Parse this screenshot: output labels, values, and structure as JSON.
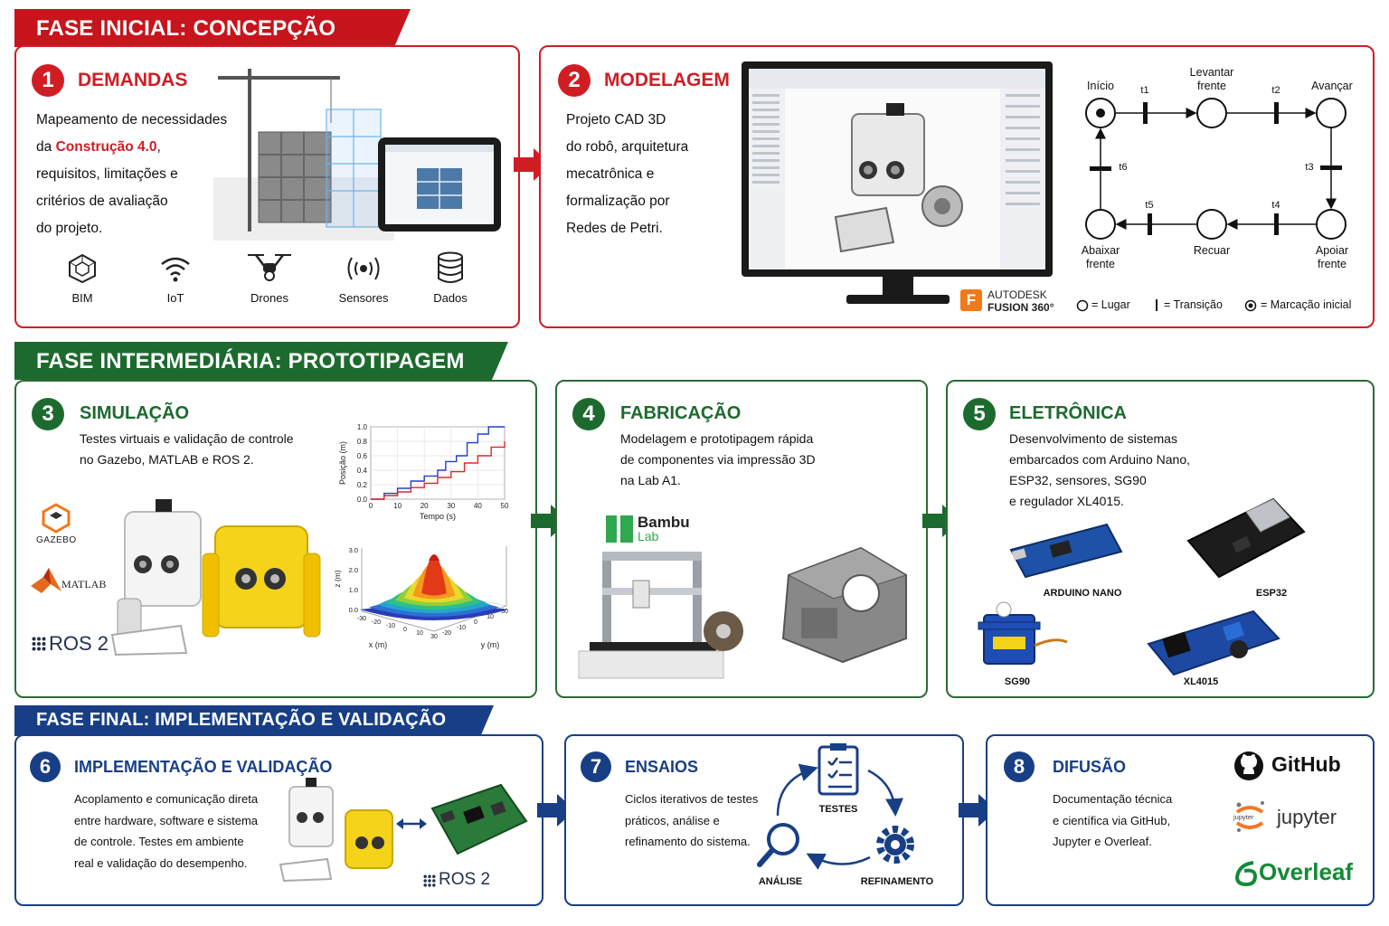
{
  "phases": {
    "initial": "FASE INICIAL: CONCEPÇÃO",
    "middle": "FASE INTERMEDIÁRIA: PROTOTIPAGEM",
    "final": "FASE FINAL: IMPLEMENTAÇÃO E VALIDAÇÃO"
  },
  "cards": {
    "c1": {
      "num": "1",
      "title": "DEMANDAS",
      "desc_a": "Mapeamento de necessidades",
      "desc_b_pre": "da ",
      "desc_b_hl": "Construção 4.0",
      "desc_b_post": ",",
      "desc_c": "requisitos, limitações e",
      "desc_d": "critérios de avaliação",
      "desc_e": "do projeto.",
      "icons": [
        "BIM",
        "IoT",
        "Drones",
        "Sensores",
        "Dados"
      ]
    },
    "c2": {
      "num": "2",
      "title": "MODELAGEM",
      "desc": [
        "Projeto CAD 3D",
        "do robô, arquitetura",
        "mecatrônica e",
        "formalização por",
        "Redes de Petri."
      ],
      "logo_a": "AUTODESK",
      "logo_b": "FUSION 360°",
      "petri": {
        "inicio": "Início",
        "levantar": "Levantar",
        "frente1": "frente",
        "avancar": "Avançar",
        "abaixar": "Abaixar",
        "frente2": "frente",
        "recuar": "Recuar",
        "apoiar": "Apoiar",
        "frente3": "frente",
        "t1": "t1",
        "t2": "t2",
        "t3": "t3",
        "t4": "t4",
        "t5": "t5",
        "t6": "t6",
        "legend_lugar": "= Lugar",
        "legend_transicao": "= Transição",
        "legend_marcacao": "= Marcação inicial"
      }
    },
    "c3": {
      "num": "3",
      "title": "SIMULAÇÃO",
      "desc": [
        "Testes virtuais e validação de controle",
        "no Gazebo, MATLAB e ROS 2."
      ],
      "logos": {
        "gazebo": "GAZEBO",
        "matlab": "MATLAB",
        "ros": "ROS 2"
      }
    },
    "c4": {
      "num": "4",
      "title": "FABRICAÇÃO",
      "desc": [
        "Modelagem e prototipagem rápida",
        "de componentes via impressão 3D",
        "na Lab A1."
      ],
      "logo_a": "Bambu",
      "logo_b": "Lab"
    },
    "c5": {
      "num": "5",
      "title": "ELETRÔNICA",
      "desc": [
        "Desenvolvimento de sistemas",
        "embarcados com Arduino Nano,",
        "ESP32, sensores, SG90",
        "e regulador XL4015."
      ],
      "parts": [
        "ARDUINO NANO",
        "ESP32",
        "SG90",
        "XL4015"
      ]
    },
    "c6": {
      "num": "6",
      "title": "IMPLEMENTAÇÃO E VALIDAÇÃO",
      "desc": [
        "Acoplamento e comunicação direta",
        "entre hardware, software e sistema",
        "de controle. Testes em ambiente",
        "real e validação do desempenho."
      ],
      "ros": "ROS 2"
    },
    "c7": {
      "num": "7",
      "title": "ENSAIOS",
      "desc": [
        "Ciclos iterativos de testes",
        "práticos, análise e",
        "refinamento do sistema."
      ],
      "cycle": [
        "TESTES",
        "REFINAMENTO",
        "ANÁLISE"
      ]
    },
    "c8": {
      "num": "8",
      "title": "DIFUSÃO",
      "desc": [
        "Documentação técnica",
        "e científica via GitHub,",
        "Jupyter e Overleaf."
      ],
      "logos": [
        "GitHub",
        "jupyter",
        "Overleaf"
      ],
      "jupyter_small": "jupyter"
    }
  },
  "chart_data": [
    {
      "type": "line",
      "xlabel": "Tempo (s)",
      "ylabel": "Posição (m)",
      "xticks": [
        "0",
        "10",
        "20",
        "30",
        "40",
        "50"
      ],
      "yticks": [
        "0.0",
        "0.2",
        "0.4",
        "0.6",
        "0.8",
        "1.0"
      ],
      "xlim": [
        0,
        50
      ],
      "ylim": [
        0,
        1.0
      ],
      "series": [
        {
          "color": "#1f3fd0",
          "x": [
            0,
            5,
            10,
            15,
            20,
            25,
            28,
            32,
            36,
            40,
            44,
            50
          ],
          "y": [
            0,
            0.08,
            0.15,
            0.25,
            0.32,
            0.4,
            0.52,
            0.6,
            0.78,
            0.9,
            1.0,
            1.0
          ]
        },
        {
          "color": "#e0262b",
          "x": [
            0,
            5,
            10,
            15,
            20,
            25,
            30,
            35,
            40,
            45,
            50
          ],
          "y": [
            0,
            0.05,
            0.1,
            0.16,
            0.22,
            0.3,
            0.38,
            0.5,
            0.6,
            0.72,
            0.8
          ]
        }
      ]
    },
    {
      "type": "heatmap",
      "xlabel": "x (m)",
      "ylabel": "y (m)",
      "zlabel": "z (m)",
      "zticks": [
        "0.0",
        "1.0",
        "2.0",
        "3.0"
      ],
      "xticks": [
        "-30",
        "-20",
        "-10",
        "0",
        "10",
        "30"
      ],
      "yticks": [
        "-20",
        "-10",
        "0",
        "10",
        "30"
      ]
    }
  ],
  "colors": {
    "red": "#d01d24",
    "green": "#1d6a2f",
    "blue": "#183f86"
  }
}
